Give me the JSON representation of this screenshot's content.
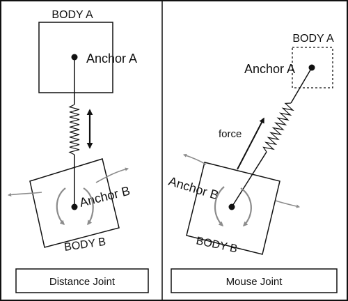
{
  "left": {
    "body_a_label": "BODY A",
    "anchor_a_label": "Anchor A",
    "anchor_b_label": "Anchor B",
    "body_b_label": "BODY B",
    "caption": "Distance Joint"
  },
  "right": {
    "body_a_label": "BODY A",
    "anchor_a_label": "Anchor A",
    "force_label": "force",
    "anchor_b_label": "Anchor B",
    "body_b_label": "BODY B",
    "caption": "Mouse Joint"
  },
  "colors": {
    "ink": "#111111",
    "grey_arrow": "#8c8c8c"
  }
}
